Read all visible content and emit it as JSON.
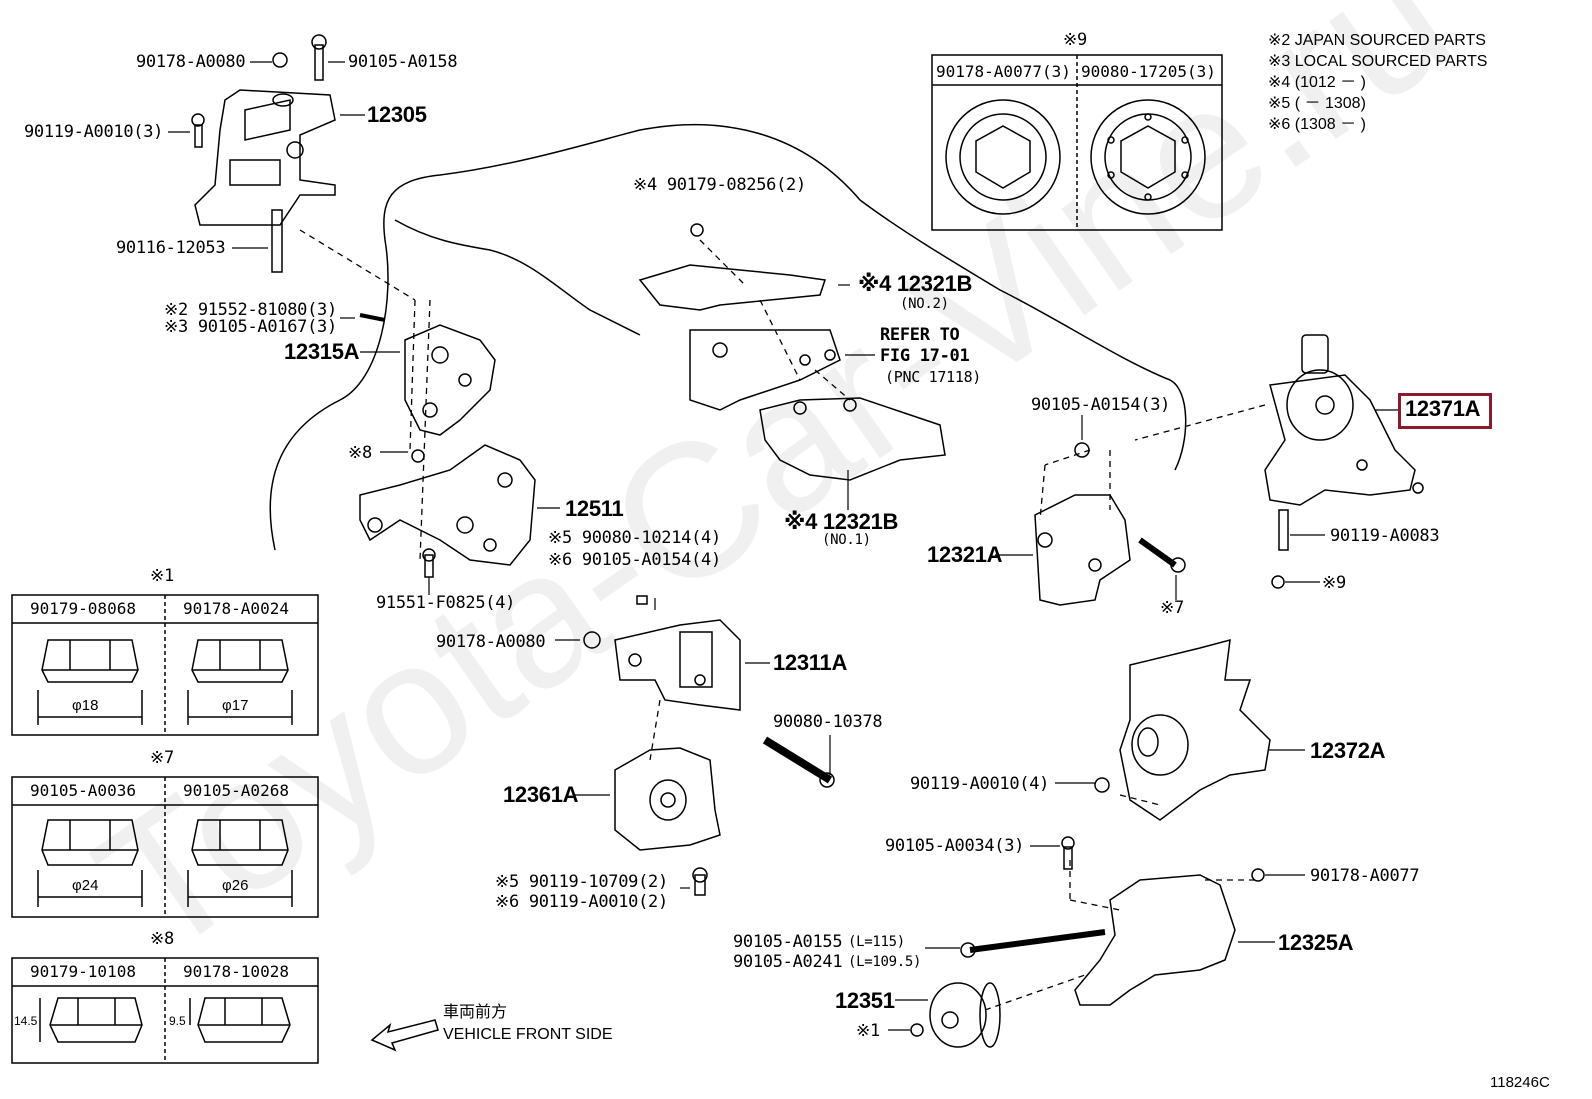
{
  "diagram_id": "118246C",
  "legend_notes": [
    "※2 JAPAN SOURCED PARTS",
    "※3 LOCAL SOURCED PARTS",
    "※4 (1012 －      )",
    "※5 (      － 1308)",
    "※6 (1308 －      )"
  ],
  "refer": {
    "line1": "REFER TO",
    "line2": "FIG 17-01",
    "line3": "(PNC 17118)"
  },
  "front": {
    "jp": "車両前方",
    "en": "VEHICLE FRONT SIDE"
  },
  "watermark": "Toyota-Car-Vine.ru",
  "highlight_color": "#8b1a2b",
  "parts": {
    "p90178_A0080_top": "90178-A0080",
    "p90105_A0158": "90105-A0158",
    "p12305": "12305",
    "p90119_A0010_3": "90119-A0010(3)",
    "p90116_12053": "90116-12053",
    "p91552": "※2 91552-81080(3)",
    "p90105_A0167": "※3 90105-A0167(3)",
    "p12315A": "12315A",
    "p8_nut": "※8",
    "p12511": "12511",
    "p91551": "91551-F0825(4)",
    "p90179_08256": "※4 90179-08256(2)",
    "p12321B_2": "※4 12321B",
    "p12321B_2_sub": "(NO.2)",
    "p12321B_1": "※4 12321B",
    "p12321B_1_sub": "(NO.1)",
    "p90080_10214": "※5 90080-10214(4)",
    "p90105_A0154_4": "※6 90105-A0154(4)",
    "p90178_A0080_mid": "90178-A0080",
    "p12311A": "12311A",
    "p90080_10378": "90080-10378",
    "p12361A": "12361A",
    "p90119_10709": "※5 90119-10709(2)",
    "p90119_A0010_2": "※6 90119-A0010(2)",
    "p90105_A0154_3": "90105-A0154(3)",
    "p12321A": "12321A",
    "p7": "※7",
    "p12371A": "12371A",
    "p90119_A0083": "90119-A0083",
    "p9": "※9",
    "p12372A": "12372A",
    "p90119_A0010_4": "90119-A0010(4)",
    "p90105_A0034": "90105-A0034(3)",
    "p90178_A0077": "90178-A0077",
    "p90105_A0155": "90105-A0155",
    "p90105_A0155_len": "(L=115)",
    "p90105_A0241": "90105-A0241",
    "p90105_A0241_len": "(L=109.5)",
    "p12325A": "12325A",
    "p12351": "12351",
    "p1": "※1"
  },
  "tables": {
    "t9": {
      "mark": "※9",
      "col1": "90178-A0077(3)",
      "col2": "90080-17205(3)"
    },
    "t1": {
      "mark": "※1",
      "col1": "90179-08068",
      "col2": "90178-A0024",
      "d1": "φ18",
      "d2": "φ17"
    },
    "t7": {
      "mark": "※7",
      "col1": "90105-A0036",
      "col2": "90105-A0268",
      "d1": "φ24",
      "d2": "φ26"
    },
    "t8": {
      "mark": "※8",
      "col1": "90179-10108",
      "col2": "90178-10028",
      "h1": "14.5",
      "h2": "9.5"
    }
  }
}
